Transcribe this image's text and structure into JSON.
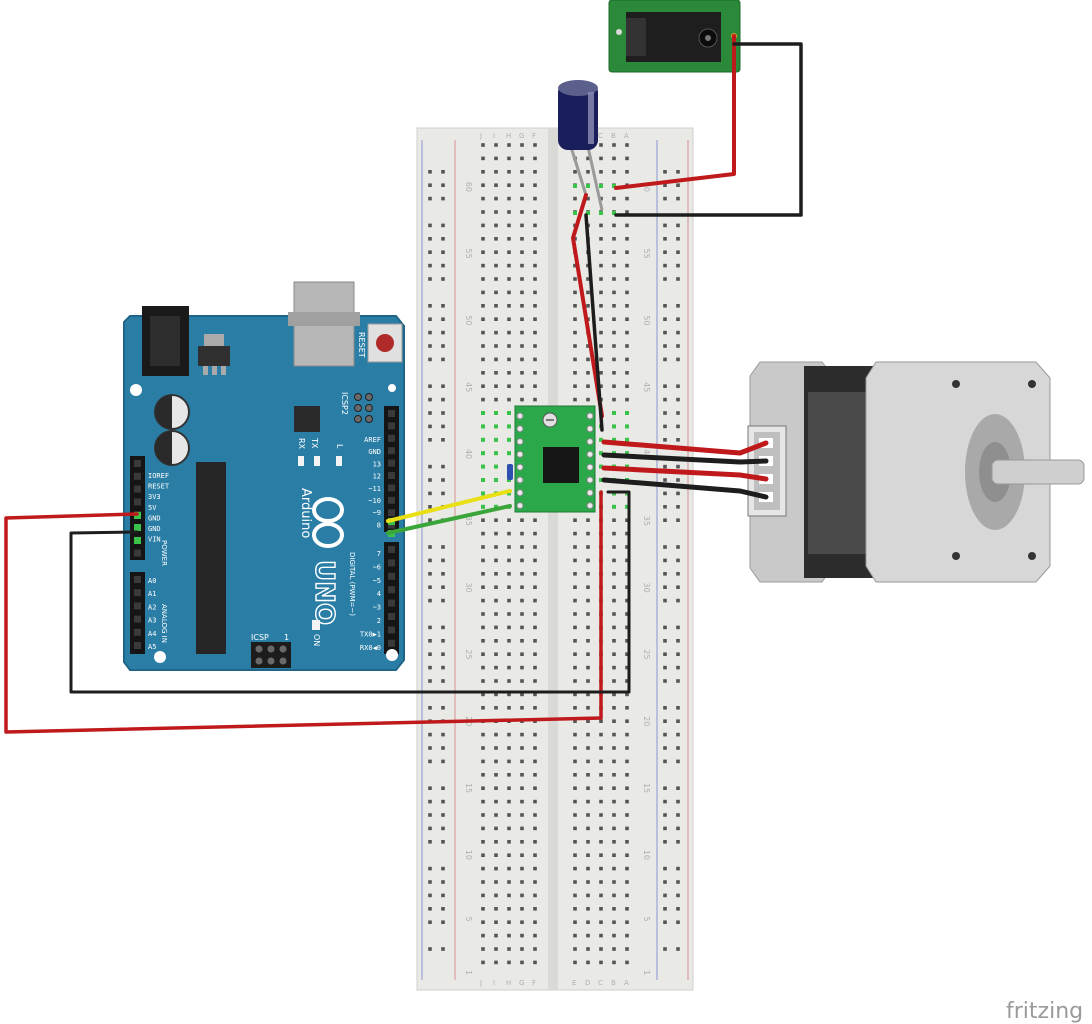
{
  "colors": {
    "board": "#2a7ea6",
    "board_dark": "#1f6588",
    "breadboard": "#e9e9e6",
    "hole": "#555555",
    "wire_red": "#c0191c",
    "wire_black": "#1d1d1d",
    "wire_yellow": "#e8df15",
    "wire_green": "#3aa63a",
    "driver_pcb": "#2aa84a",
    "rail_red": "#d8a0a0",
    "rail_blue": "#9aa3d4",
    "jack_pcb": "#2b8a3a",
    "motor_body": "#c9c9c9",
    "motor_dark": "#2c2c2c",
    "capacitor": "#1a1e5a"
  },
  "breadboard": {
    "row_numbers": [
      "1",
      "5",
      "10",
      "15",
      "20",
      "25",
      "30",
      "35",
      "40",
      "45",
      "50",
      "55",
      "60"
    ],
    "col_letters_left": [
      "J",
      "I",
      "H",
      "G",
      "F"
    ],
    "col_letters_right": [
      "E",
      "D",
      "C",
      "B",
      "A"
    ]
  },
  "arduino": {
    "logo": "UNO",
    "brand": "Arduino",
    "reset_label": "RESET",
    "icsp2_label": "ICSP2",
    "icsp_label": "ICSP",
    "icsp_pin_marker": "1",
    "on_label": "ON",
    "led_l": "L",
    "tx_label": "TX",
    "rx_label": "RX",
    "digital_label": "DIGITAL (PWM=~)",
    "power_label": "POWER",
    "analog_label": "ANALOG IN",
    "power_pins": [
      "IOREF",
      "RESET",
      "3V3",
      "5V",
      "GND",
      "GND",
      "VIN"
    ],
    "analog_pins": [
      "A0",
      "A1",
      "A2",
      "A3",
      "A4",
      "A5"
    ],
    "digital_pins_top": [
      "AREF",
      "GND",
      "13",
      "12",
      "~11",
      "~10",
      "~9",
      "8"
    ],
    "digital_pins_bottom": [
      "7",
      "~6",
      "~5",
      "4",
      "~3",
      "2",
      "TX0▶1",
      "RX0◀0"
    ]
  },
  "footer": {
    "brand": "fritzing"
  }
}
